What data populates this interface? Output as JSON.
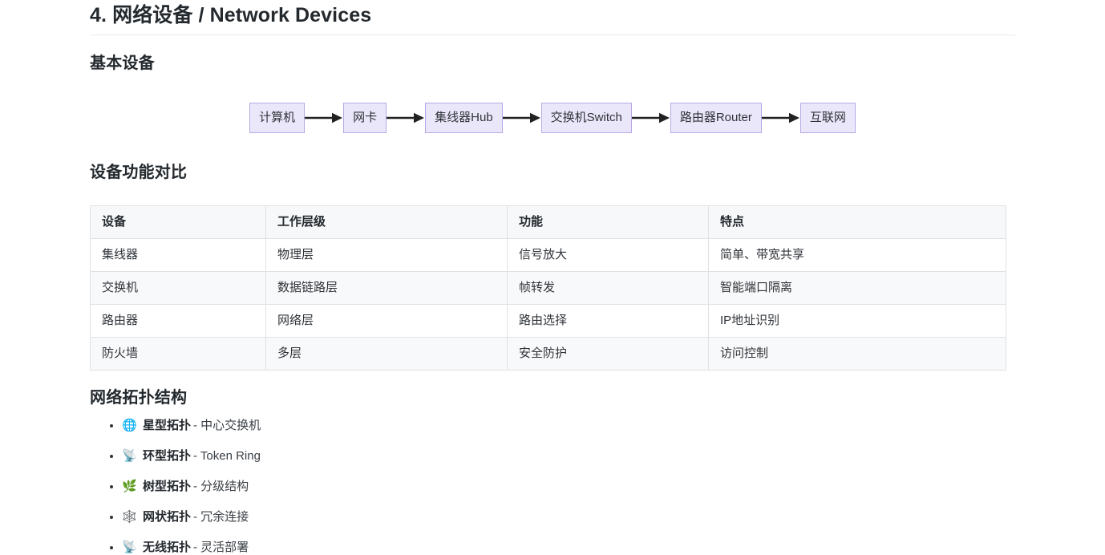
{
  "section": {
    "title": "4. 网络设备 / Network Devices",
    "subtitle_devices": "基本设备",
    "subtitle_table": "设备功能对比",
    "subtitle_topology": "网络拓扑结构"
  },
  "flow": {
    "node_border_color": "#b9a7e6",
    "node_fill_color": "#ebe7fb",
    "arrow_color": "#222222",
    "nodes": [
      {
        "label": "计算机"
      },
      {
        "label": "网卡"
      },
      {
        "label": "集线器Hub"
      },
      {
        "label": "交换机Switch"
      },
      {
        "label": "路由器Router"
      },
      {
        "label": "互联网"
      }
    ]
  },
  "table": {
    "header_bg": "#f6f8fa",
    "border_color": "#dfe2e5",
    "columns": [
      "设备",
      "工作层级",
      "功能",
      "特点"
    ],
    "rows": [
      [
        "集线器",
        "物理层",
        "信号放大",
        "简单、带宽共享"
      ],
      [
        "交换机",
        "数据链路层",
        "帧转发",
        "智能端口隔离"
      ],
      [
        "路由器",
        "网络层",
        "路由选择",
        "IP地址识别"
      ],
      [
        "防火墙",
        "多层",
        "安全防护",
        "访问控制"
      ]
    ]
  },
  "topology": {
    "items": [
      {
        "icon": "🌐",
        "icon_name": "globe-icon",
        "name": "星型拓扑",
        "separator": "-",
        "desc": "中心交换机"
      },
      {
        "icon": "📡",
        "icon_name": "satellite-antenna-icon",
        "name": "环型拓扑",
        "separator": "-",
        "desc": "Token Ring"
      },
      {
        "icon": "🌿",
        "icon_name": "herb-icon",
        "name": "树型拓扑",
        "separator": "-",
        "desc": "分级结构"
      },
      {
        "icon": "🕸️",
        "icon_name": "spider-web-icon",
        "name": "网状拓扑",
        "separator": "-",
        "desc": "冗余连接"
      },
      {
        "icon": "📡",
        "icon_name": "satellite-antenna-icon",
        "name": "无线拓扑",
        "separator": "-",
        "desc": "灵活部署"
      }
    ]
  }
}
